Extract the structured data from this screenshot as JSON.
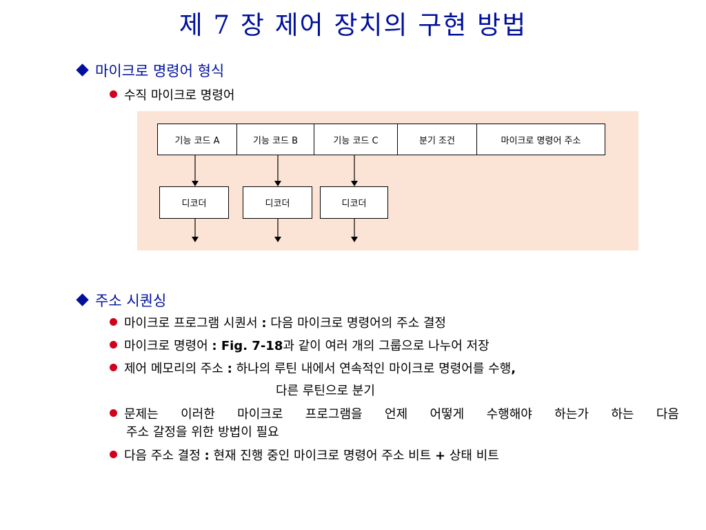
{
  "title": "제 7 장 제어 장치의 구현 방법",
  "section1": {
    "heading": "마이크로 명령어 형식",
    "sub": "수직 마이크로 명령어",
    "diagram": {
      "fields": [
        "기능 코드 A",
        "기능 코드 B",
        "기능 코드 C",
        "분기 조건",
        "마이크로 명령어 주소"
      ],
      "decoders": [
        "디코더",
        "디코더",
        "디코더"
      ]
    }
  },
  "section2": {
    "heading": "주소 시퀀싱",
    "items": [
      {
        "a": "마이크로 프로그램 시퀀서 ",
        "b": ":",
        "c": " 다음 마이크로 명령어의 주소 결정"
      },
      {
        "a": "마이크로 명령어 ",
        "b": ": Fig. 7-18",
        "c": "과 같이 여러 개의 그룹으로 나누어 저장"
      },
      {
        "a": "제어 메모리의 주소 ",
        "b": ":",
        "c": " 하나의 루틴 내에서 연속적인 마이크로 명령어를 수행",
        "d": ",",
        "cont": "다른 루틴으로 분기"
      },
      {
        "a": "문제는 이러한 마이크로 프로그램을 언제 어떻게 수행해야 하는가 하는 다음",
        "cont": "주소 갈정을 위한 방법이 필요"
      },
      {
        "a": "다음 주소 결정 ",
        "b": ":",
        "c": " 현재 진행 중인 마이크로 명령어 주소 비트 ",
        "d": "+",
        "e": " 상태 비트"
      }
    ]
  },
  "colors": {
    "title": "#00109c",
    "bullet": "#d0011b",
    "panel": "#fbe4d5"
  }
}
